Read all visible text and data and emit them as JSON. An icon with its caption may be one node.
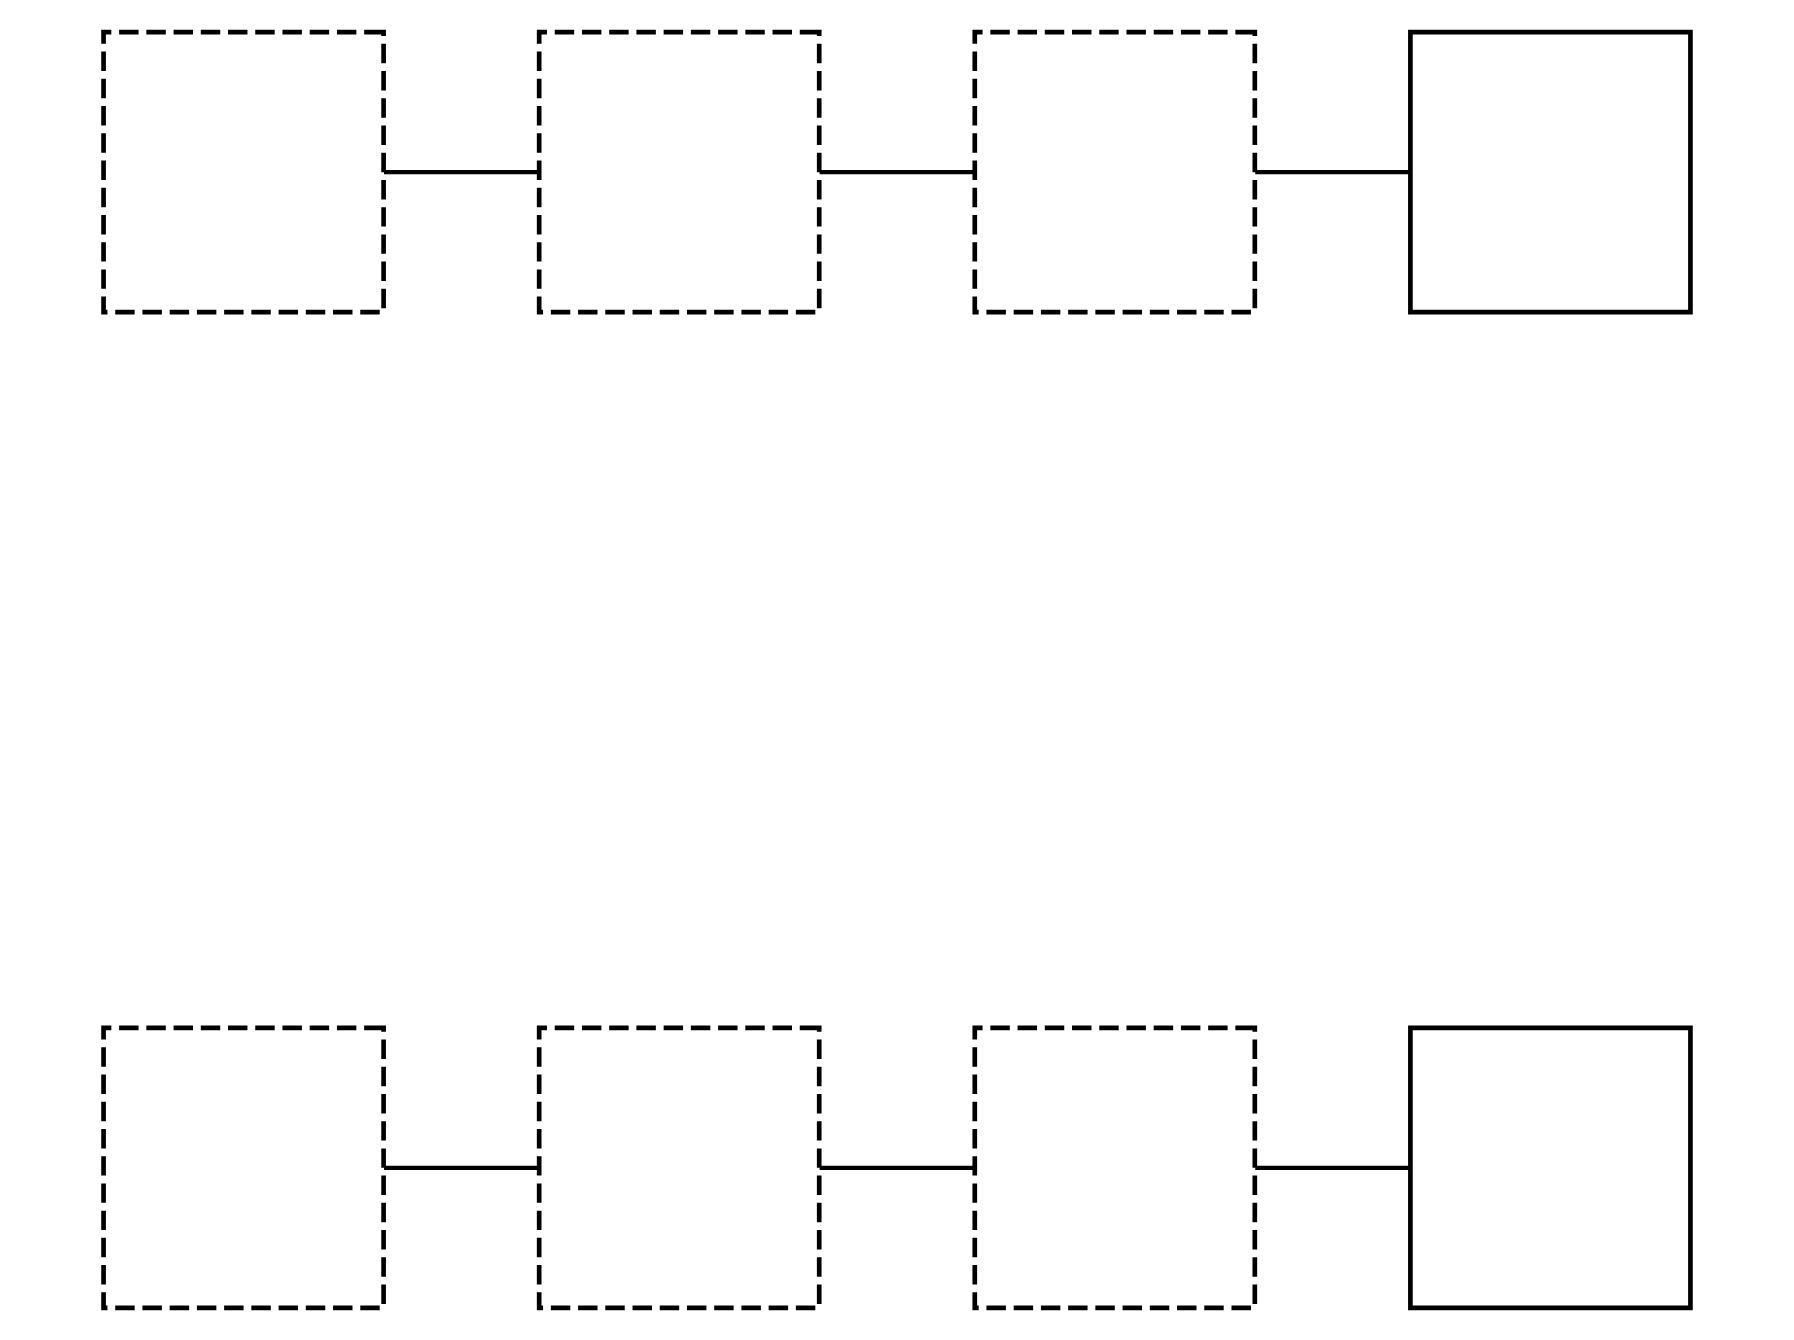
{
  "diagram": {
    "nodes": [
      {
        "text": [],
        "shape": "box"
      },
      {
        "text": [],
        "shape": "box"
      },
      {
        "text": [],
        "shape": "box"
      },
      {
        "text": [],
        "shape": "box"
      },
      {
        "text": [],
        "shape": "box"
      },
      {
        "text": [],
        "shape": "box"
      },
      {
        "text": [],
        "shape": "box"
      },
      {
        "text": [],
        "shape": "box"
      }
    ],
    "edges": [
      {
        "from": 0,
        "to": 1,
        "arrow": "none"
      },
      {
        "from": 1,
        "to": 2,
        "arrow": "none"
      },
      {
        "from": 2,
        "to": 3,
        "arrow": "none"
      },
      {
        "from": 4,
        "to": 5,
        "arrow": "none"
      },
      {
        "from": 5,
        "to": 6,
        "arrow": "none"
      },
      {
        "from": 6,
        "to": 7,
        "arrow": "none"
      }
    ]
  }
}
